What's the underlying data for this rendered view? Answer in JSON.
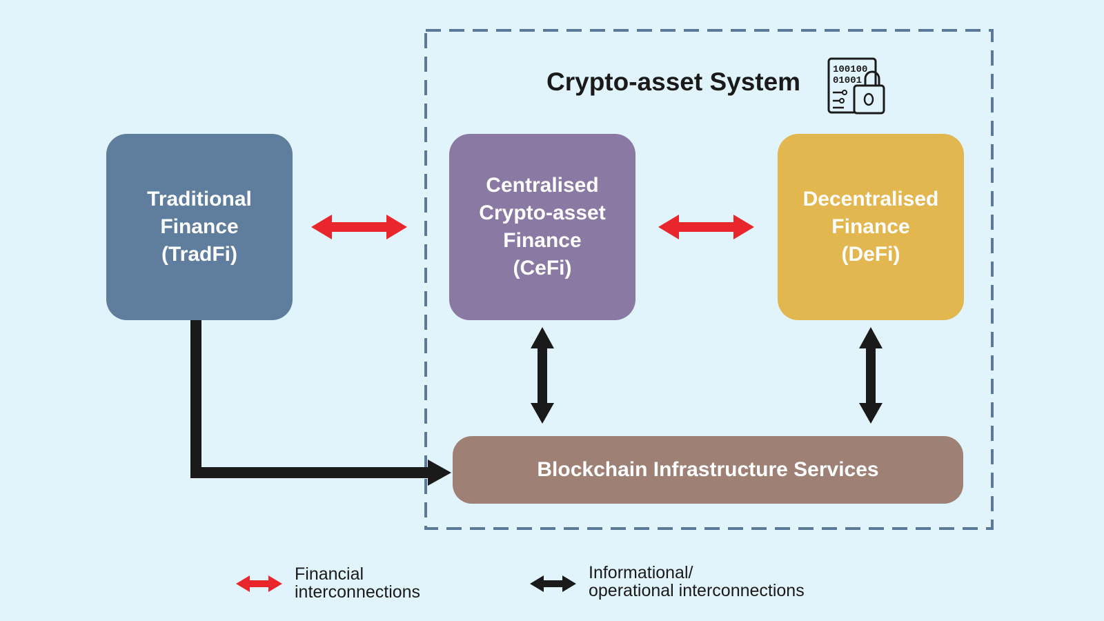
{
  "title": "Crypto-asset System",
  "boxes": {
    "tradfi": "Traditional\nFinance\n(TradFi)",
    "cefi": "Centralised\nCrypto-asset\nFinance\n(CeFi)",
    "defi": "Decentralised\nFinance\n(DeFi)",
    "blockchain": "Blockchain Infrastructure Services"
  },
  "legend": {
    "financial": "Financial\ninterconnections",
    "informational": "Informational/\noperational interconnections"
  },
  "icons": {
    "system_icon": "binary-lock-icon"
  },
  "colors": {
    "background": "#e1f3fb",
    "tradfi": "#5f7d9c",
    "cefi": "#8a79a3",
    "defi": "#e2b74f",
    "blockchain": "#9f8075",
    "financial_arrow": "#e8262b",
    "operational_arrow": "#1a1a1a",
    "dashed_border": "#5b7a99"
  }
}
